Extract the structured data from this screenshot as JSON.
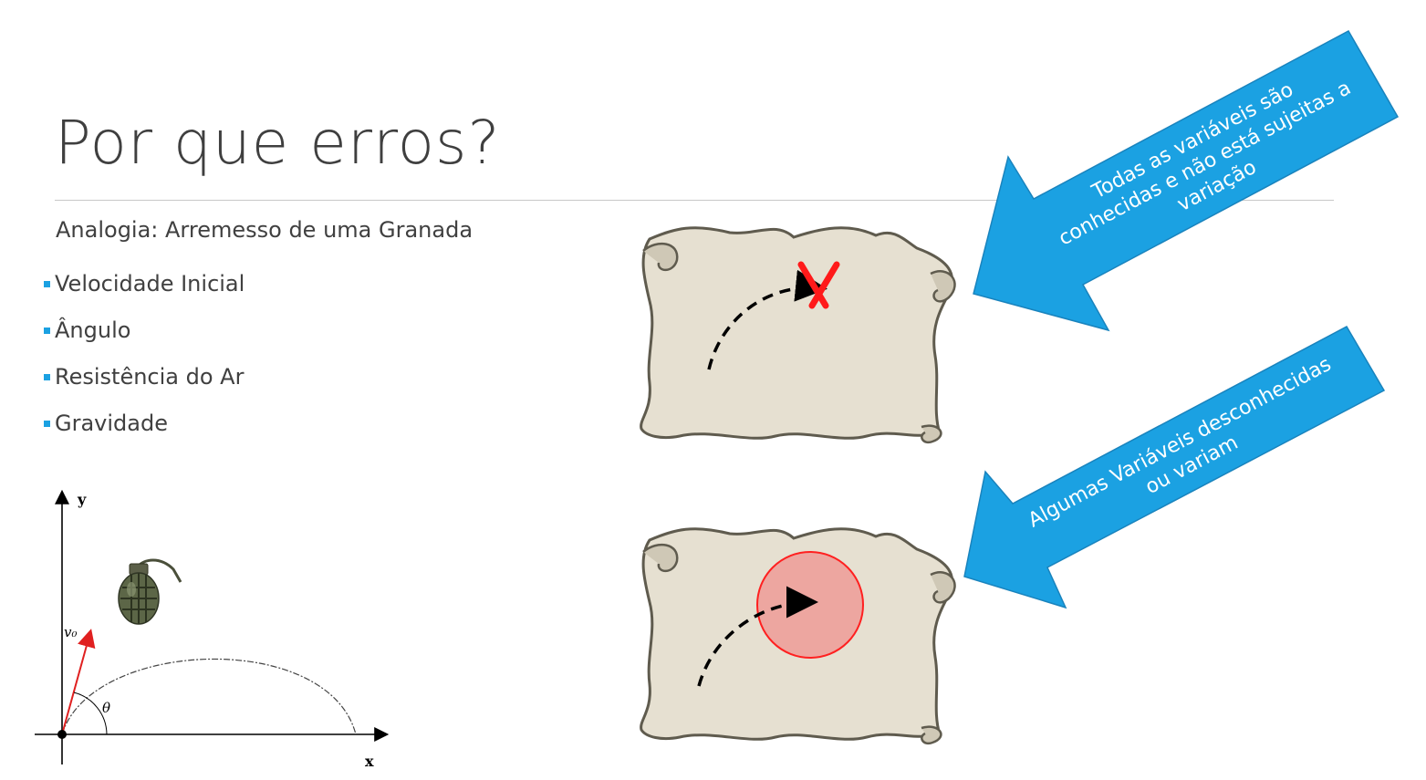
{
  "title": "Por que erros?",
  "subtitle": "Analogia: Arremesso de uma Granada",
  "bullets": [
    "Velocidade Inicial",
    "Ângulo",
    "Resistência do Ar",
    "Gravidade"
  ],
  "callout_top": {
    "lines": [
      "Todas as variáveis são",
      "conhecidas e não está sujeitas a",
      "variação"
    ]
  },
  "callout_bottom": {
    "lines": [
      "Algumas Variáveis desconhecidas",
      "ou variam"
    ]
  },
  "diagram": {
    "y_axis_label": "y",
    "x_axis_label": "x",
    "velocity_label": "v₀",
    "angle_label": "θ"
  },
  "colors": {
    "accent": "#1ba1e2",
    "title_text": "#3f3f3f",
    "body_text": "#404040",
    "target_x": "#ff1a1a",
    "dispersion_fill": "#eda6a0",
    "dispersion_stroke": "#ff2020",
    "scroll_fill": "#e6e0d1",
    "scroll_stroke": "#5f5b4e"
  },
  "icons": [
    "grenade-icon",
    "scroll-map-icon",
    "target-x-icon",
    "arrow-callout-icon"
  ]
}
